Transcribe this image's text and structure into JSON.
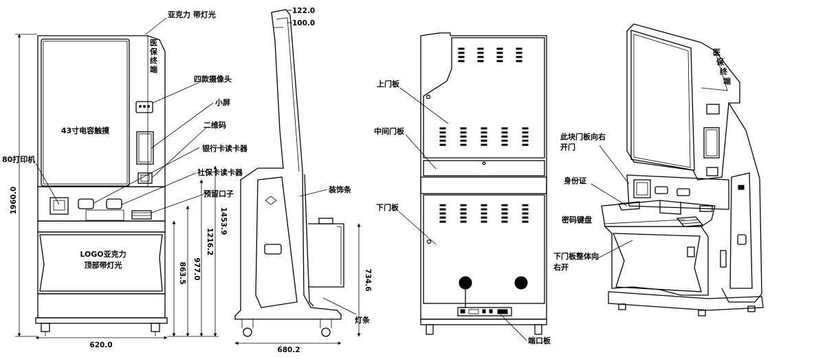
{
  "front_view": {
    "top_light_label": "亚克力 带灯光",
    "side_sign": [
      "医",
      "保",
      "终",
      "端"
    ],
    "screen_label": "43寸电容触摸",
    "camera_label": "四款摄像头",
    "small_screen_label": "小屏",
    "qr_label": "二维码",
    "bank_reader_label": "银行卡读卡器",
    "social_reader_label": "社保卡读卡器",
    "pre_slot_label": "预留口子",
    "printer_label": "80打印机",
    "logo_label_line1": "LOGO亚克力",
    "logo_label_line2": "顶部带灯光",
    "dim_height": "1960.0",
    "dim_width": "620.0",
    "dim_863": "863.5",
    "dim_977": "977.0",
    "dim_1216": "1216.2",
    "dim_1453": "1453.9"
  },
  "side_view": {
    "dim_122": "122.0",
    "dim_100": "100.0",
    "trim_label": "装饰条",
    "light_strip_label": "灯条",
    "dim_734": "734.6",
    "dim_depth": "680.2"
  },
  "back_view": {
    "upper_door_label": "上门板",
    "middle_door_label": "中间门板",
    "lower_door_label": "下门板",
    "port_panel_label": "端口板"
  },
  "iso_view": {
    "side_sign": [
      "医",
      "保",
      "终",
      "端"
    ],
    "right_door_line1": "此块门板向右",
    "right_door_line2": "开门",
    "id_card_label": "身份证",
    "pin_pad_label": "密码键盘",
    "lower_door_line1": "下门板整体向",
    "lower_door_line2": "右开"
  }
}
